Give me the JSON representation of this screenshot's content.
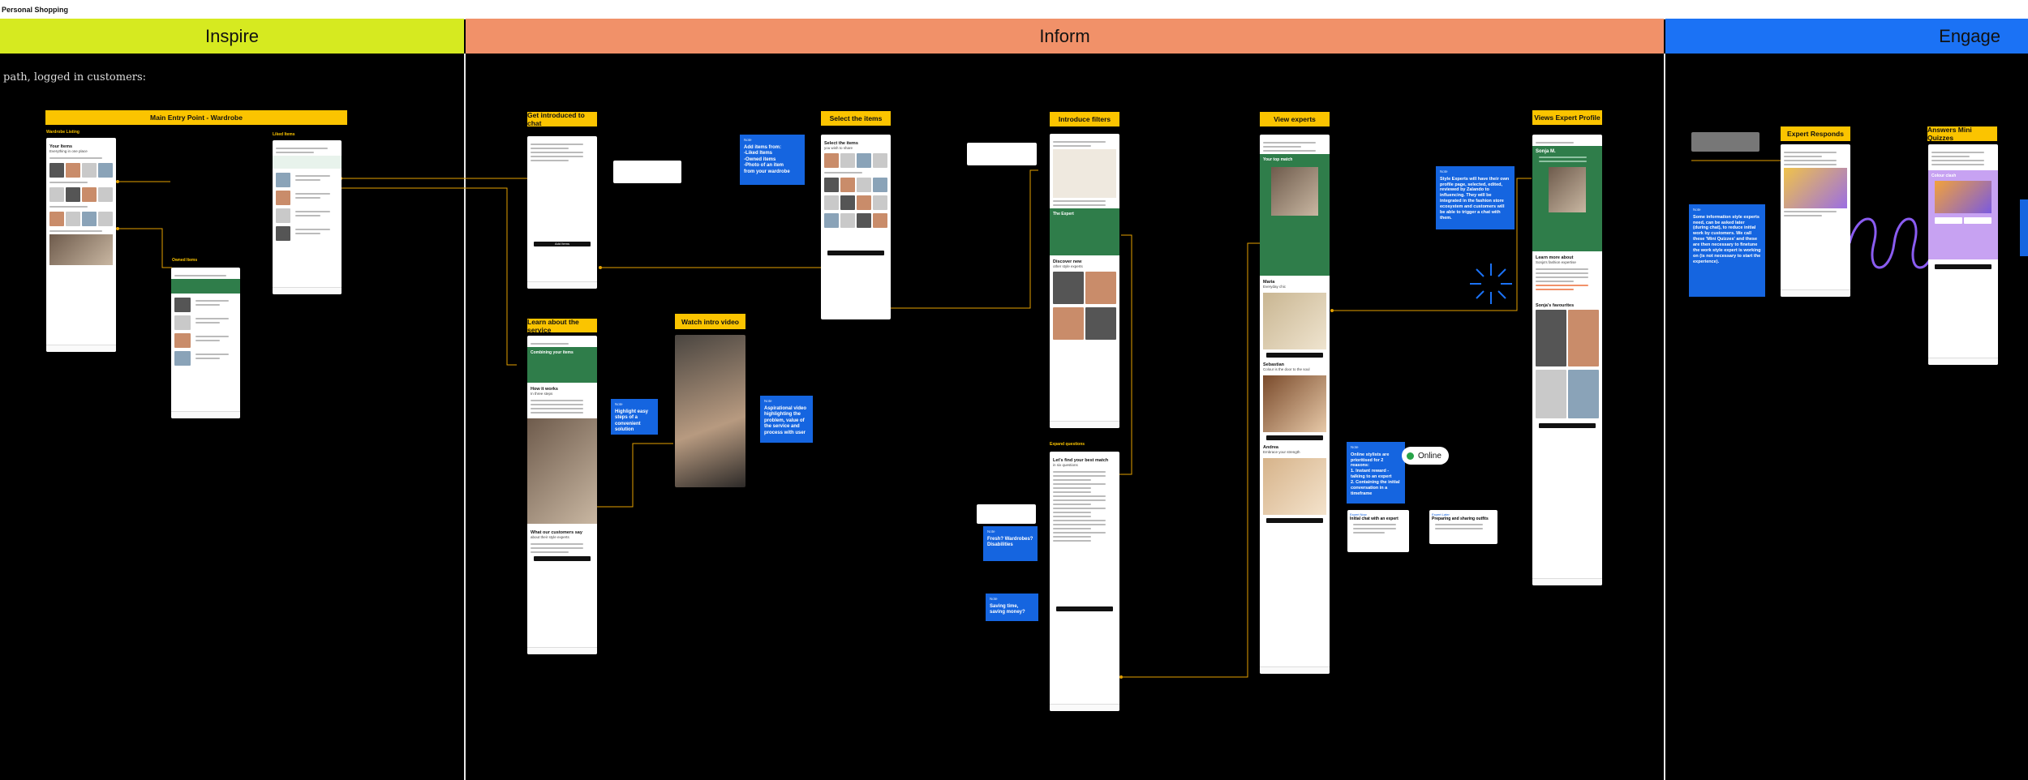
{
  "page": {
    "title": "Personal Shopping"
  },
  "sections": [
    {
      "label": "Inspire",
      "color": "#d6ea20"
    },
    {
      "label": "Inform",
      "color": "#f19169"
    },
    {
      "label": "Engage",
      "color": "#1b72f5"
    }
  ],
  "intro_text": "path, logged in customers:",
  "screens": {
    "entry": {
      "label": "Main Entry Point - Wardrobe",
      "wardrobe_listing": {
        "caption": "Wardrobe Listing",
        "title": "Your Items",
        "subtitle": "Everything in one place"
      },
      "owned_items": {
        "caption": "Owned Items"
      },
      "liked_items": {
        "caption": "Liked Items"
      }
    },
    "chat_intro": {
      "label": "Get introduced to chat",
      "button": "Add Items"
    },
    "learn_service": {
      "label": "Learn about the service",
      "title": "Combining your items",
      "how_title": "How it works",
      "how_sub": "In three steps",
      "customers_title": "What our customers say",
      "customers_sub": "about their style experts"
    },
    "watch_video": {
      "label": "Watch intro video"
    },
    "select_items": {
      "label": "Select the items",
      "title": "Select the items",
      "subtitle": "you wish to share"
    },
    "filters": {
      "label": "Introduce filters",
      "heading": "The Expert",
      "discover": "Discover new",
      "discover_sub": "other style experts"
    },
    "expand_questions": {
      "caption": "Expand questions",
      "title": "Let's find your best match",
      "subtitle": "in six questions"
    },
    "view_experts": {
      "label": "View experts",
      "top_match": "Your top match",
      "expert1": "Maria",
      "expert1_sub": "Everyday chic",
      "expert2": "Sebastian",
      "expert2_sub": "Colour is the door to the soul",
      "expert3": "Andrea",
      "expert3_sub": "Embrace your strength"
    },
    "expert_profile": {
      "label": "Views Expert Profile",
      "name": "Sonja M.",
      "about": "Learn more about",
      "about_sub": "Sonja's fashion expertise",
      "favs": "Sonja's favourites"
    },
    "expert_responds": {
      "label": "Expert Responds"
    },
    "mini_quizzes": {
      "label": "Answers Mini Quizzes",
      "purple_title": "Colour clash"
    }
  },
  "notes": {
    "add_items": {
      "tag": "Note",
      "lines": [
        "Add items from:",
        "-Liked Items",
        "-Owned items",
        "-Photo of an item",
        "from your wardrobe"
      ]
    },
    "highlight_steps": {
      "tag": "Note",
      "text": "Highlight easy steps of a convenient solution"
    },
    "aspirational_video": {
      "tag": "Note",
      "text": "Aspirational video highlighting the problem, value of the service and process with user"
    },
    "fresh_wardrobe": {
      "tag": "Note",
      "text": "Fresh? Wardrobes? Disabilities"
    },
    "saving_time": {
      "tag": "Note",
      "text": "Saving time, saving money?"
    },
    "style_experts": {
      "tag": "Note",
      "text": "Style Experts will have their own profile page, selected, edited, reviewed by Zalando to influencing. They will be integrated in the fashion store ecosystem and customers will be able to trigger a chat with them."
    },
    "online_stylists": {
      "tag": "Note",
      "lines": [
        "Online stylists are prioritised for 2 reasons:",
        "1. Instant reward - talking to an expert",
        "2. Containing the initial conversation in a timeframe"
      ]
    },
    "info_style": {
      "tag": "Note",
      "text": "Some information style experts need, can be asked later (during chat), to reduce initial work by customers. We call these 'Mini Quizzes' and these are then necessary to finetune the work style expert is working on (is not necessary to start the experience)."
    }
  },
  "cards": {
    "initial_chat": {
      "tag": "Expert Now",
      "title": "Initial chat with an expert"
    },
    "preparing": {
      "tag": "Expert Later",
      "title": "Preparing and sharing outfits"
    }
  },
  "status": {
    "online_label": "Online"
  },
  "colors": {
    "label_yellow": "#fbc400",
    "note_blue": "#1565e0",
    "connector": "#e3a100",
    "online_green": "#27a348"
  }
}
